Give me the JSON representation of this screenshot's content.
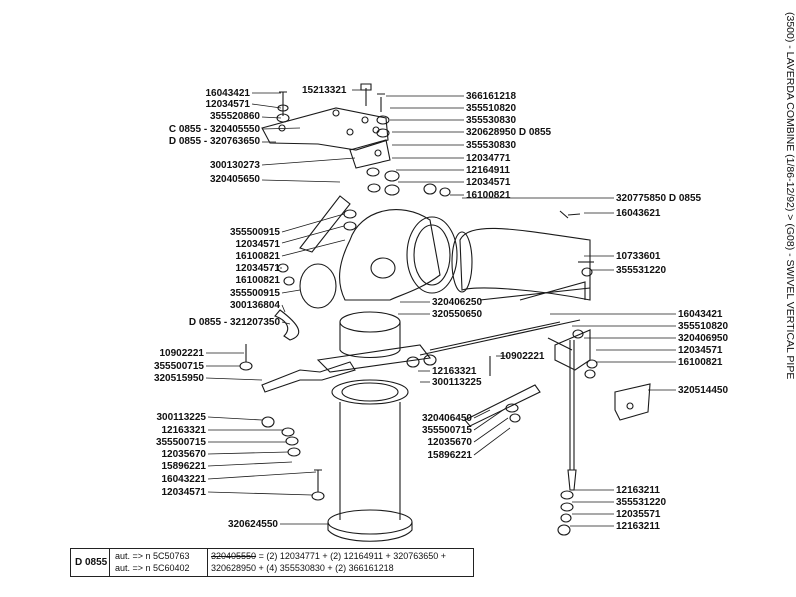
{
  "title": "(3500) - LAVERDA COMBINE (1/86-12/92) > (G08) - SWIVEL VERTICAL PIPE",
  "labels": {
    "l01": "16043421",
    "l02": "12034571",
    "l03": "355520860",
    "l04": "C 0855 - 320405550",
    "l05": "D 0855 - 320763650",
    "l06": "300130273",
    "l07": "320405650",
    "l08": "355500915",
    "l09": "12034571",
    "l10": "16100821",
    "l11": "12034571",
    "l12": "16100821",
    "l13": "355500915",
    "l14": "300136804",
    "l15": "D 0855 -  321207350",
    "l16": "15213321",
    "l17": "366161218",
    "l18": "355510820",
    "l19": "355530830",
    "l20": "320628950  D 0855",
    "l21": "355530830",
    "l22": "12034771",
    "l23": "12164911",
    "l24": "12034571",
    "l25": "16100821",
    "l26": "320775850  D 0855",
    "l27": "16043621",
    "l28": "10733601",
    "l29": "355531220",
    "l30": "320406250",
    "l31": "320550650",
    "l32": "10902221",
    "l33": "355500715",
    "l34": "320515950",
    "l35": "12163321",
    "l36": "300113225",
    "l37": "10902221",
    "l38": "300113225",
    "l39": "12163321",
    "l40": "355500715",
    "l41": "12035670",
    "l42": "15896221",
    "l43": "16043221",
    "l44": "12034571",
    "l45": "320624550",
    "l46": "320406450",
    "l47": "355500715",
    "l48": "12035670",
    "l49": "15896221",
    "l50": "16043421",
    "l51": "355510820",
    "l52": "320406950",
    "l53": "12034571",
    "l54": "16100821",
    "l55": "320514450",
    "l56": "12163211",
    "l57": "355531220",
    "l58": "12035571",
    "l59": "12163211"
  },
  "footer": {
    "code": "D 0855",
    "aut_line1": "aut. => n  5C50763",
    "aut_line2": "aut. => n  5C60402",
    "formula_struck": "320405550",
    "formula_line1_rest": " = (2) 12034771 + (2) 12164911 + 320763650 +",
    "formula_line2": "320628950 + (4) 355530830 + (2) 366161218"
  }
}
